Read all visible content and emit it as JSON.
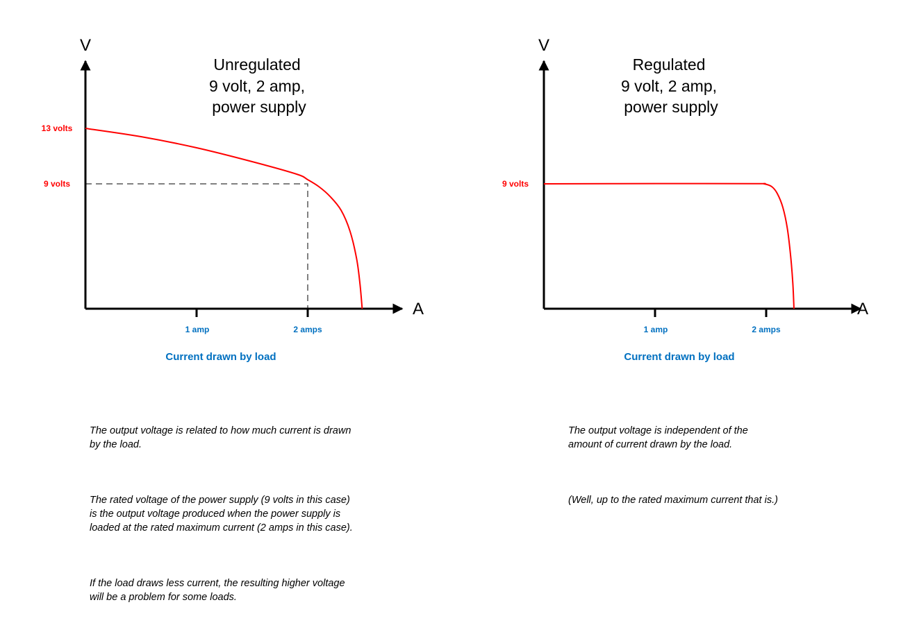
{
  "colors": {
    "curve": "#ff0000",
    "axis_label": "#0070c0",
    "volt_label": "#ff0000"
  },
  "chart_data": [
    {
      "type": "line",
      "title": [
        "Unregulated",
        "9 volt, 2 amp,",
        "power supply"
      ],
      "ylabel": "V",
      "xlabel_axis": "A",
      "xlabel": "Current drawn by load",
      "xticks": [
        {
          "value": 1,
          "label": "1 amp"
        },
        {
          "value": 2,
          "label": "2 amps"
        }
      ],
      "yticks": [
        {
          "value": 13,
          "label": "13 volts"
        },
        {
          "value": 9,
          "label": "9 volts"
        }
      ],
      "x": [
        0,
        0.5,
        1,
        1.5,
        1.9,
        2.0,
        2.1,
        2.2,
        2.3,
        2.38,
        2.44,
        2.47,
        2.49
      ],
      "y": [
        13,
        12.4,
        11.6,
        10.6,
        9.7,
        9.3,
        8.8,
        8.1,
        7.1,
        5.6,
        3.6,
        1.8,
        0
      ],
      "reference": {
        "x": 2,
        "y": 9,
        "style": "dashed"
      },
      "xlim": [
        0,
        2.85
      ],
      "ylim": [
        0,
        18
      ]
    },
    {
      "type": "line",
      "title": [
        "Regulated",
        "9 volt, 2 amp,",
        "power supply"
      ],
      "ylabel": "V",
      "xlabel_axis": "A",
      "xlabel": "Current drawn by load",
      "xticks": [
        {
          "value": 1,
          "label": "1 amp"
        },
        {
          "value": 2,
          "label": "2 amps"
        }
      ],
      "yticks": [
        {
          "value": 9,
          "label": "9 volts"
        }
      ],
      "x": [
        0,
        1,
        1.9,
        1.98,
        2.05,
        2.1,
        2.15,
        2.19,
        2.22,
        2.24,
        2.25
      ],
      "y": [
        9,
        9.02,
        9.01,
        9,
        8.8,
        8.3,
        7.3,
        5.8,
        3.8,
        1.8,
        0
      ],
      "xlim": [
        0,
        2.85
      ],
      "ylim": [
        0,
        18
      ]
    }
  ],
  "notes_left": [
    "The output voltage is related to how much current is drawn\nby the load.",
    "The rated voltage of the power supply (9 volts in this case)\nis the output voltage produced when the power supply is\nloaded at the rated maximum current (2 amps in this case).",
    "If the load draws less current, the resulting higher voltage\nwill be a problem for some loads."
  ],
  "notes_right": [
    "The output voltage is independent of the\namount of current drawn by the load.",
    "(Well, up to the rated maximum current that is.)"
  ]
}
